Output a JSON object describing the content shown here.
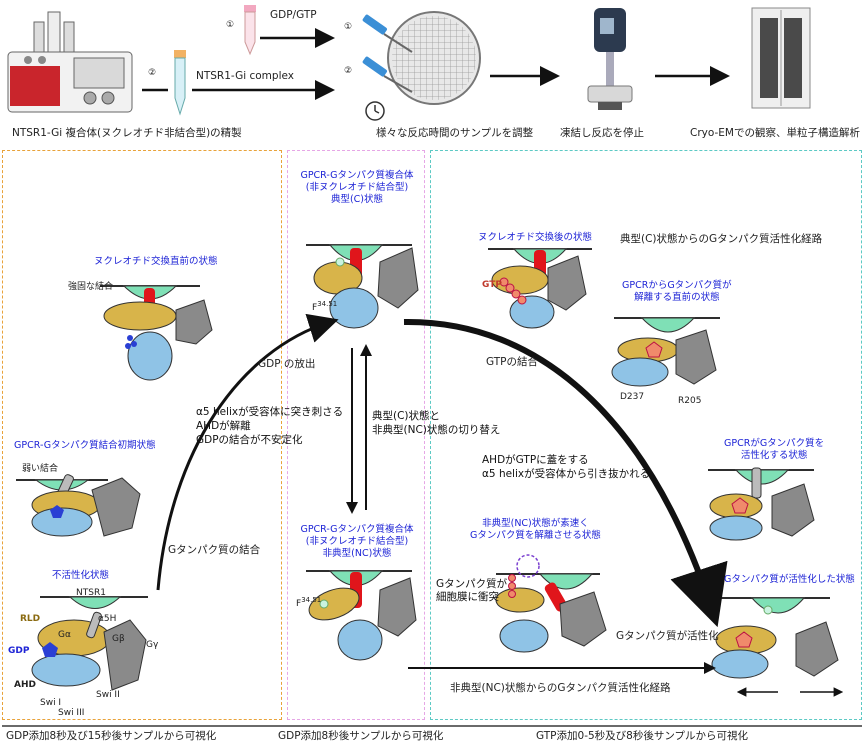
{
  "workflow": {
    "step1_caption": "NTSR1-Gi 複合体(ヌクレオチド非結合型)の精製",
    "tube1_number": "①",
    "tube1_label": "GDP/GTP",
    "tube2_number": "②",
    "tube2_label": "NTSR1-Gi complex",
    "grid_number1": "①",
    "grid_number2": "②",
    "step2_caption": "様々な反応時間のサンプルを調整",
    "step3_caption": "凍結し反応を停止",
    "step4_caption": "Cryo-EMでの観察、単粒子構造解析"
  },
  "panel_left": {
    "footer": "GDP添加8秒及び15秒後サンプルから可視化",
    "state_pre_exchange": "ヌクレオチド交換直前の状態",
    "strong_binding": "強固な結合",
    "state_initial_binding": "GPCR-Gタンパク質結合初期状態",
    "weak_binding": "弱い結合",
    "state_inactive": "不活性化状態",
    "ntsr1": "NTSR1",
    "rld": "RLD",
    "alpha5h": "α5H",
    "ga": "Gα",
    "gb": "Gβ",
    "gg": "Gγ",
    "gdp": "GDP",
    "ahd": "AHD",
    "swi1": "Swi I",
    "swi2": "Swi II",
    "swi3": "Swi III",
    "g_binding": "Gタンパク質の結合",
    "gdp_release": "GDP の放出",
    "mech_line1": "α5 helixが受容体に突き刺さる",
    "mech_line2": "AHDが解離",
    "mech_line3": "GDPの結合が不安定化"
  },
  "panel_middle": {
    "footer": "GDP添加8秒後サンプルから可視化",
    "complex_c_line1": "GPCR-Gタンパク質複合体",
    "complex_c_line2": "(非ヌクレオチド結合型)",
    "complex_c_line3": "典型(C)状態",
    "f_label_top": "F",
    "f_sup_top": "34.51",
    "switch_line1": "典型(C)状態と",
    "switch_line2": "非典型(NC)状態の切り替え",
    "complex_nc_line1": "GPCR-Gタンパク質複合体",
    "complex_nc_line2": "(非ヌクレオチド結合型)",
    "complex_nc_line3": "非典型(NC)状態",
    "f_label_bottom": "F",
    "f_sup_bottom": "34.51"
  },
  "panel_right": {
    "footer": "GTP添加0-5秒及び8秒後サンプルから可視化",
    "state_post_exchange": "ヌクレオチド交換後の状態",
    "gtp": "GTP",
    "pathway_c": "典型(C)状態からのGタンパク質活性化経路",
    "state_pre_dissociation_l1": "GPCRからGタンパク質が",
    "state_pre_dissociation_l2": "解離する直前の状態",
    "d237": "D237",
    "r205": "R205",
    "gtp_binding": "GTPの結合",
    "ahd_lid": "AHDがGTPに蓋をする",
    "a5_pulled": "α5 helixが受容体から引き抜かれる",
    "state_activating_l1": "GPCRがGタンパク質を",
    "state_activating_l2": "活性化する状態",
    "nc_rapid_l1": "非典型(NC)状態が素速く",
    "nc_rapid_l2": "Gタンパク質を解離させる状態",
    "collide_l1": "Gタンパク質が",
    "collide_l2": "細胞膜に衝突",
    "activated_state": "Gタンパク質が活性化した状態",
    "g_activated": "Gタンパク質が活性化",
    "pathway_nc": "非典型(NC)状態からのGタンパク質活性化経路"
  },
  "colors": {
    "receptor": "#7fe0b6",
    "alpha_ras": "#d8b44a",
    "ahd": "#8fc3e6",
    "gbg": "#8a8a8a",
    "helix": "#e0151b",
    "gdp": "#2a3fd4",
    "gtp": "#f08a6b",
    "label_blue": "#1e24d6",
    "box_orange": "#e8a23a",
    "box_pink": "#e6a6e6",
    "box_teal": "#5cc9c4"
  }
}
